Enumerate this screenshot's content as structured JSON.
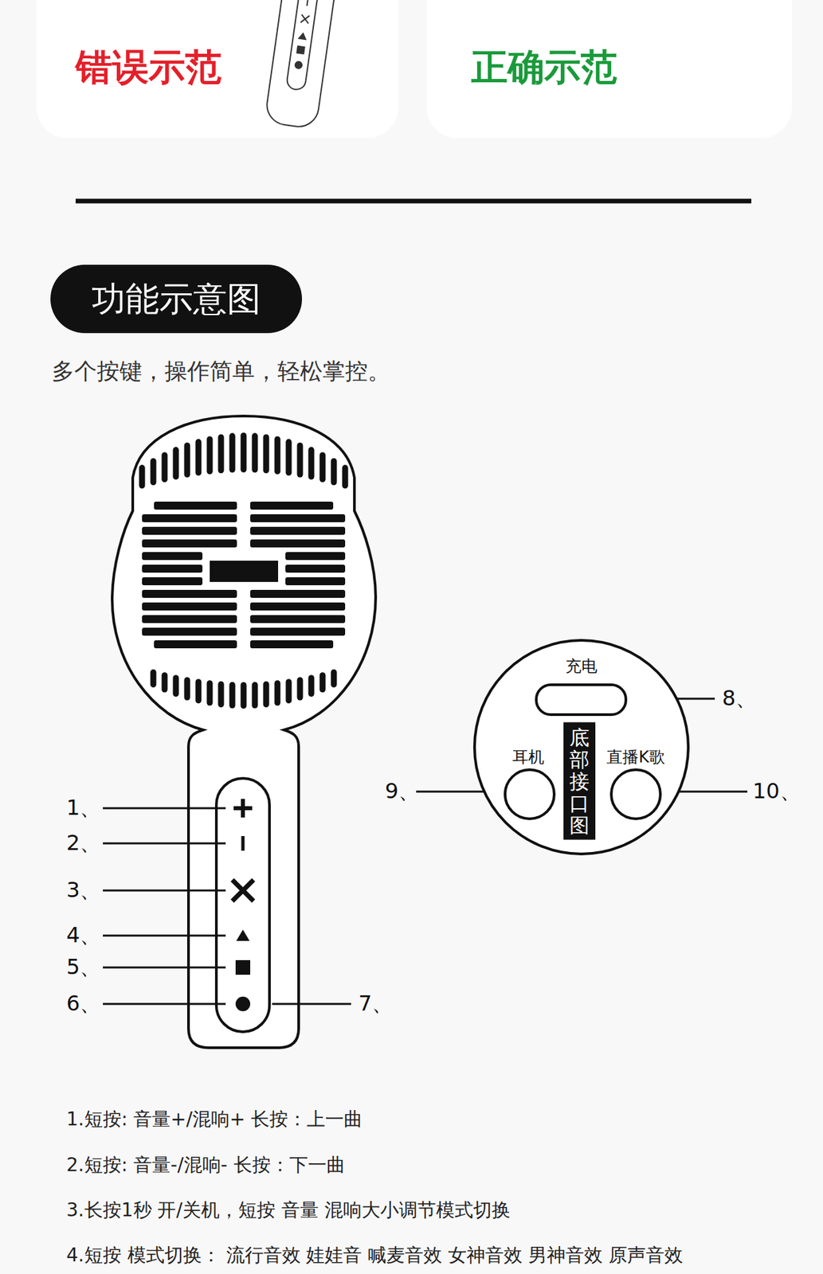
{
  "diagram": {
    "title": "功能示意图",
    "nodes": [
      {
        "text": [
          "错误示范"
        ]
      },
      {
        "text": [
          "正确示范"
        ]
      },
      {
        "text": [
          "充电",
          "耳机",
          "直播K歌"
        ]
      },
      {
        "text": [
          "底部接口图"
        ],
        "in": 2
      }
    ],
    "labels": [
      "多个按键，操作简单，轻松掌控。",
      "1、",
      "2、",
      "3、",
      "4、",
      "5、",
      "6、",
      "7、",
      "8、",
      "9、",
      "10、",
      "1.短按: 音量+/混响+  长按：上一曲",
      "2.短按: 音量-/混响-  长按：下一曲",
      "3.长按1秒 开/关机，短按 音量 混响大小调节模式切换",
      "4.短按 模式切换： 流行音效 娃娃音 喊麦音效 女神音效 男神音效 原声音效"
    ]
  }
}
